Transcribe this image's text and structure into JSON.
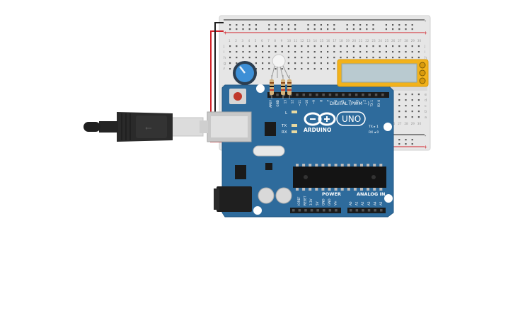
{
  "board": {
    "brand": "ARDUINO",
    "model": "UNO",
    "digital_header_label": "DIGITAL (PWM ~)",
    "power_label": "POWER",
    "analog_label": "ANALOG IN",
    "led_labels": [
      "L",
      "TX",
      "RX"
    ],
    "tx_arrow": "TX ▸ 1",
    "rx_arrow": "RX ◂ 0",
    "digital_pins": [
      "AREF",
      "GND",
      "13",
      "12",
      "~11",
      "~10",
      "~9",
      "8",
      "7",
      "~6",
      "~5",
      "4",
      "~3",
      "2",
      "TX 1",
      "RX 0"
    ],
    "power_pins": [
      "IOREF",
      "RESET",
      "3.3V",
      "5V",
      "GND",
      "GND",
      "Vin"
    ],
    "analog_pins": [
      "A0",
      "A1",
      "A2",
      "A3",
      "A4",
      "A5"
    ]
  },
  "breadboard": {
    "row_letters_top": [
      "j",
      "i",
      "h",
      "g",
      "f"
    ],
    "row_letters_bottom": [
      "e",
      "d",
      "c",
      "b",
      "a"
    ],
    "rail_signs": [
      "-",
      "+"
    ],
    "column_numbers": [
      "1",
      "2",
      "3",
      "4",
      "5",
      "6",
      "7",
      "8",
      "9",
      "10",
      "11",
      "12",
      "13",
      "14",
      "15",
      "16",
      "17",
      "18",
      "19",
      "20",
      "21",
      "22",
      "23",
      "24",
      "25",
      "26",
      "27",
      "28",
      "29",
      "30"
    ]
  },
  "colors": {
    "board_blue": "#2e6b9c",
    "wire_red": "#d1232a",
    "wire_black": "#1e1e1e",
    "lcd_frame": "#f2b21b",
    "lcd_screen": "#b9cad0"
  },
  "components": [
    "usb-cable",
    "arduino-uno",
    "breadboard",
    "potentiometer",
    "rgb-led",
    "resistor",
    "resistor",
    "resistor",
    "lcd-module"
  ]
}
